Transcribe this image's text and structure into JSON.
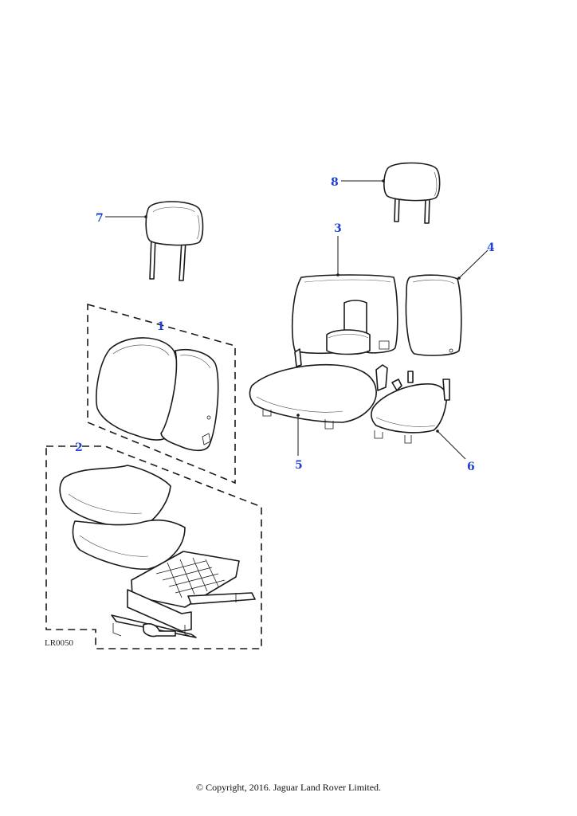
{
  "diagram": {
    "reference_code": "LR0050",
    "copyright": "© Copyright, 2016. Jaguar Land Rover Limited.",
    "callouts": [
      {
        "id": "1",
        "label": "1"
      },
      {
        "id": "2",
        "label": "2"
      },
      {
        "id": "3",
        "label": "3"
      },
      {
        "id": "4",
        "label": "4"
      },
      {
        "id": "5",
        "label": "5"
      },
      {
        "id": "6",
        "label": "6"
      },
      {
        "id": "7",
        "label": "7"
      },
      {
        "id": "8",
        "label": "8"
      }
    ],
    "callout_color": "#1f3fd6"
  }
}
